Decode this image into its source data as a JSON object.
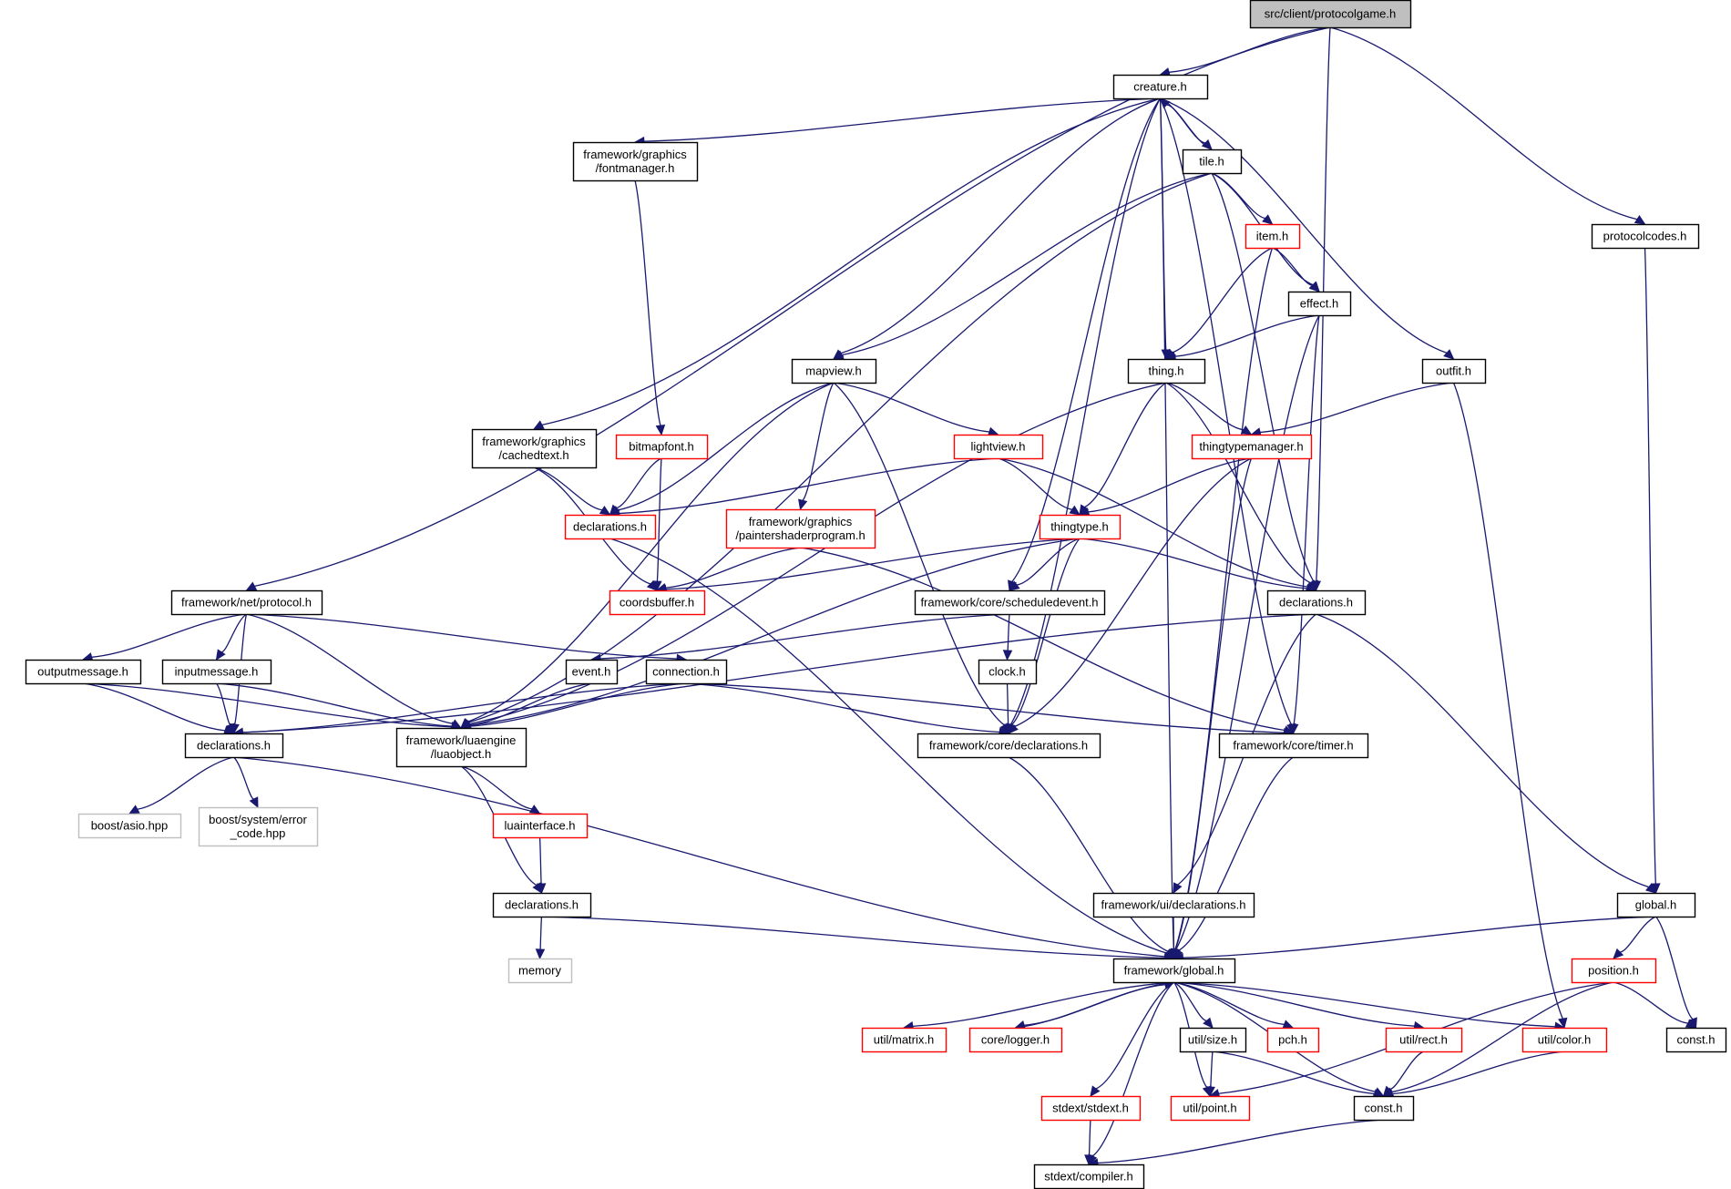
{
  "graph": {
    "colors": {
      "edge": "#191970",
      "root_fill": "#bfbfbf",
      "documented_border": "#000000",
      "undocumented_border": "#ff0000",
      "external_border": "#bfbfbf"
    },
    "nodes": [
      {
        "id": "root",
        "lines": [
          "src/client/protocolgame.h"
        ],
        "kind": "root"
      },
      {
        "id": "creature",
        "lines": [
          "creature.h"
        ],
        "kind": "normal"
      },
      {
        "id": "fontmanager",
        "lines": [
          "framework/graphics",
          "/fontmanager.h"
        ],
        "kind": "normal"
      },
      {
        "id": "tile",
        "lines": [
          "tile.h"
        ],
        "kind": "normal"
      },
      {
        "id": "protocolcodes",
        "lines": [
          "protocolcodes.h"
        ],
        "kind": "normal"
      },
      {
        "id": "item",
        "lines": [
          "item.h"
        ],
        "kind": "red"
      },
      {
        "id": "effect",
        "lines": [
          "effect.h"
        ],
        "kind": "normal"
      },
      {
        "id": "mapview",
        "lines": [
          "mapview.h"
        ],
        "kind": "normal"
      },
      {
        "id": "thing",
        "lines": [
          "thing.h"
        ],
        "kind": "normal"
      },
      {
        "id": "outfit",
        "lines": [
          "outfit.h"
        ],
        "kind": "normal"
      },
      {
        "id": "cachedtext",
        "lines": [
          "framework/graphics",
          "/cachedtext.h"
        ],
        "kind": "normal"
      },
      {
        "id": "bitmapfont",
        "lines": [
          "bitmapfont.h"
        ],
        "kind": "red"
      },
      {
        "id": "lightview",
        "lines": [
          "lightview.h"
        ],
        "kind": "red"
      },
      {
        "id": "thingtypemanager",
        "lines": [
          "thingtypemanager.h"
        ],
        "kind": "red"
      },
      {
        "id": "declarations_gfx",
        "lines": [
          "declarations.h"
        ],
        "kind": "red"
      },
      {
        "id": "paintershader",
        "lines": [
          "framework/graphics",
          "/paintershaderprogram.h"
        ],
        "kind": "red"
      },
      {
        "id": "thingtype",
        "lines": [
          "thingtype.h"
        ],
        "kind": "red"
      },
      {
        "id": "protocol",
        "lines": [
          "framework/net/protocol.h"
        ],
        "kind": "normal"
      },
      {
        "id": "coordsbuffer",
        "lines": [
          "coordsbuffer.h"
        ],
        "kind": "red"
      },
      {
        "id": "scheduledevent",
        "lines": [
          "framework/core/scheduledevent.h"
        ],
        "kind": "normal"
      },
      {
        "id": "declarations_client",
        "lines": [
          "declarations.h"
        ],
        "kind": "normal"
      },
      {
        "id": "outputmessage",
        "lines": [
          "outputmessage.h"
        ],
        "kind": "normal"
      },
      {
        "id": "inputmessage",
        "lines": [
          "inputmessage.h"
        ],
        "kind": "normal"
      },
      {
        "id": "event",
        "lines": [
          "event.h"
        ],
        "kind": "normal"
      },
      {
        "id": "connection",
        "lines": [
          "connection.h"
        ],
        "kind": "normal"
      },
      {
        "id": "clock",
        "lines": [
          "clock.h"
        ],
        "kind": "normal"
      },
      {
        "id": "declarations_net",
        "lines": [
          "declarations.h"
        ],
        "kind": "normal"
      },
      {
        "id": "luaobject",
        "lines": [
          "framework/luaengine",
          "/luaobject.h"
        ],
        "kind": "normal"
      },
      {
        "id": "core_declarations",
        "lines": [
          "framework/core/declarations.h"
        ],
        "kind": "normal"
      },
      {
        "id": "timer",
        "lines": [
          "framework/core/timer.h"
        ],
        "kind": "normal"
      },
      {
        "id": "asio",
        "lines": [
          "boost/asio.hpp"
        ],
        "kind": "gray"
      },
      {
        "id": "errorcode",
        "lines": [
          "boost/system/error",
          "_code.hpp"
        ],
        "kind": "gray"
      },
      {
        "id": "luainterface",
        "lines": [
          "luainterface.h"
        ],
        "kind": "red"
      },
      {
        "id": "declarations_lua",
        "lines": [
          "declarations.h"
        ],
        "kind": "normal"
      },
      {
        "id": "ui_declarations",
        "lines": [
          "framework/ui/declarations.h"
        ],
        "kind": "normal"
      },
      {
        "id": "global",
        "lines": [
          "global.h"
        ],
        "kind": "normal"
      },
      {
        "id": "memory",
        "lines": [
          "memory"
        ],
        "kind": "gray"
      },
      {
        "id": "fw_global",
        "lines": [
          "framework/global.h"
        ],
        "kind": "normal"
      },
      {
        "id": "position",
        "lines": [
          "position.h"
        ],
        "kind": "red"
      },
      {
        "id": "matrix",
        "lines": [
          "util/matrix.h"
        ],
        "kind": "red"
      },
      {
        "id": "logger",
        "lines": [
          "core/logger.h"
        ],
        "kind": "red"
      },
      {
        "id": "size",
        "lines": [
          "util/size.h"
        ],
        "kind": "normal"
      },
      {
        "id": "pch",
        "lines": [
          "pch.h"
        ],
        "kind": "red"
      },
      {
        "id": "rect",
        "lines": [
          "util/rect.h"
        ],
        "kind": "red"
      },
      {
        "id": "color",
        "lines": [
          "util/color.h"
        ],
        "kind": "red"
      },
      {
        "id": "const_client",
        "lines": [
          "const.h"
        ],
        "kind": "normal"
      },
      {
        "id": "stdext",
        "lines": [
          "stdext/stdext.h"
        ],
        "kind": "red"
      },
      {
        "id": "point",
        "lines": [
          "util/point.h"
        ],
        "kind": "red"
      },
      {
        "id": "const_fw",
        "lines": [
          "const.h"
        ],
        "kind": "normal"
      },
      {
        "id": "compiler",
        "lines": [
          "stdext/compiler.h"
        ],
        "kind": "normal"
      }
    ],
    "edges": [
      [
        "root",
        "creature"
      ],
      [
        "root",
        "protocol"
      ],
      [
        "root",
        "declarations_client"
      ],
      [
        "root",
        "protocolcodes"
      ],
      [
        "creature",
        "fontmanager"
      ],
      [
        "creature",
        "tile"
      ],
      [
        "creature",
        "mapview"
      ],
      [
        "creature",
        "thing"
      ],
      [
        "creature",
        "outfit"
      ],
      [
        "creature",
        "cachedtext"
      ],
      [
        "creature",
        "scheduledevent"
      ],
      [
        "creature",
        "core_declarations"
      ],
      [
        "creature",
        "timer"
      ],
      [
        "creature",
        "fw_global"
      ],
      [
        "tile",
        "creature"
      ],
      [
        "tile",
        "item"
      ],
      [
        "tile",
        "effect"
      ],
      [
        "tile",
        "mapview"
      ],
      [
        "tile",
        "luaobject"
      ],
      [
        "tile",
        "declarations_client"
      ],
      [
        "fontmanager",
        "bitmapfont"
      ],
      [
        "protocolcodes",
        "global"
      ],
      [
        "item",
        "effect"
      ],
      [
        "item",
        "thing"
      ],
      [
        "item",
        "fw_global"
      ],
      [
        "effect",
        "thing"
      ],
      [
        "effect",
        "timer"
      ],
      [
        "effect",
        "fw_global"
      ],
      [
        "mapview",
        "lightview"
      ],
      [
        "mapview",
        "declarations_gfx"
      ],
      [
        "mapview",
        "paintershader"
      ],
      [
        "mapview",
        "luaobject"
      ],
      [
        "mapview",
        "core_declarations"
      ],
      [
        "thing",
        "thingtypemanager"
      ],
      [
        "thing",
        "thingtype"
      ],
      [
        "thing",
        "declarations_client"
      ],
      [
        "thing",
        "luaobject"
      ],
      [
        "outfit",
        "thingtypemanager"
      ],
      [
        "outfit",
        "color"
      ],
      [
        "cachedtext",
        "declarations_gfx"
      ],
      [
        "cachedtext",
        "coordsbuffer"
      ],
      [
        "bitmapfont",
        "declarations_gfx"
      ],
      [
        "bitmapfont",
        "coordsbuffer"
      ],
      [
        "lightview",
        "declarations_gfx"
      ],
      [
        "lightview",
        "thingtype"
      ],
      [
        "lightview",
        "declarations_client"
      ],
      [
        "thingtypemanager",
        "thingtype"
      ],
      [
        "thingtypemanager",
        "core_declarations"
      ],
      [
        "thingtypemanager",
        "fw_global"
      ],
      [
        "declarations_gfx",
        "fw_global"
      ],
      [
        "paintershader",
        "coordsbuffer"
      ],
      [
        "paintershader",
        "timer"
      ],
      [
        "thingtype",
        "coordsbuffer"
      ],
      [
        "thingtype",
        "scheduledevent"
      ],
      [
        "thingtype",
        "declarations_client"
      ],
      [
        "thingtype",
        "luaobject"
      ],
      [
        "thingtype",
        "core_declarations"
      ],
      [
        "protocol",
        "outputmessage"
      ],
      [
        "protocol",
        "inputmessage"
      ],
      [
        "protocol",
        "connection"
      ],
      [
        "protocol",
        "declarations_net"
      ],
      [
        "protocol",
        "luaobject"
      ],
      [
        "scheduledevent",
        "event"
      ],
      [
        "scheduledevent",
        "clock"
      ],
      [
        "declarations_client",
        "ui_declarations"
      ],
      [
        "declarations_client",
        "global"
      ],
      [
        "declarations_client",
        "declarations_net"
      ],
      [
        "outputmessage",
        "declarations_net"
      ],
      [
        "outputmessage",
        "luaobject"
      ],
      [
        "inputmessage",
        "declarations_net"
      ],
      [
        "inputmessage",
        "luaobject"
      ],
      [
        "event",
        "luaobject"
      ],
      [
        "connection",
        "declarations_net"
      ],
      [
        "connection",
        "luaobject"
      ],
      [
        "connection",
        "core_declarations"
      ],
      [
        "connection",
        "timer"
      ],
      [
        "clock",
        "core_declarations"
      ],
      [
        "declarations_net",
        "asio"
      ],
      [
        "declarations_net",
        "errorcode"
      ],
      [
        "declarations_net",
        "fw_global"
      ],
      [
        "luaobject",
        "luainterface"
      ],
      [
        "luaobject",
        "declarations_lua"
      ],
      [
        "luainterface",
        "declarations_lua"
      ],
      [
        "core_declarations",
        "fw_global"
      ],
      [
        "timer",
        "fw_global"
      ],
      [
        "declarations_lua",
        "memory"
      ],
      [
        "declarations_lua",
        "fw_global"
      ],
      [
        "ui_declarations",
        "fw_global"
      ],
      [
        "global",
        "fw_global"
      ],
      [
        "global",
        "position"
      ],
      [
        "global",
        "const_client"
      ],
      [
        "fw_global",
        "matrix"
      ],
      [
        "fw_global",
        "logger"
      ],
      [
        "fw_global",
        "size"
      ],
      [
        "fw_global",
        "pch"
      ],
      [
        "fw_global",
        "rect"
      ],
      [
        "fw_global",
        "color"
      ],
      [
        "fw_global",
        "stdext"
      ],
      [
        "fw_global",
        "point"
      ],
      [
        "fw_global",
        "const_fw"
      ],
      [
        "fw_global",
        "compiler"
      ],
      [
        "logger",
        "fw_global"
      ],
      [
        "position",
        "point"
      ],
      [
        "position",
        "const_fw"
      ],
      [
        "position",
        "const_client"
      ],
      [
        "size",
        "point"
      ],
      [
        "size",
        "const_fw"
      ],
      [
        "rect",
        "const_fw"
      ],
      [
        "color",
        "const_fw"
      ],
      [
        "stdext",
        "compiler"
      ],
      [
        "const_fw",
        "compiler"
      ]
    ]
  }
}
